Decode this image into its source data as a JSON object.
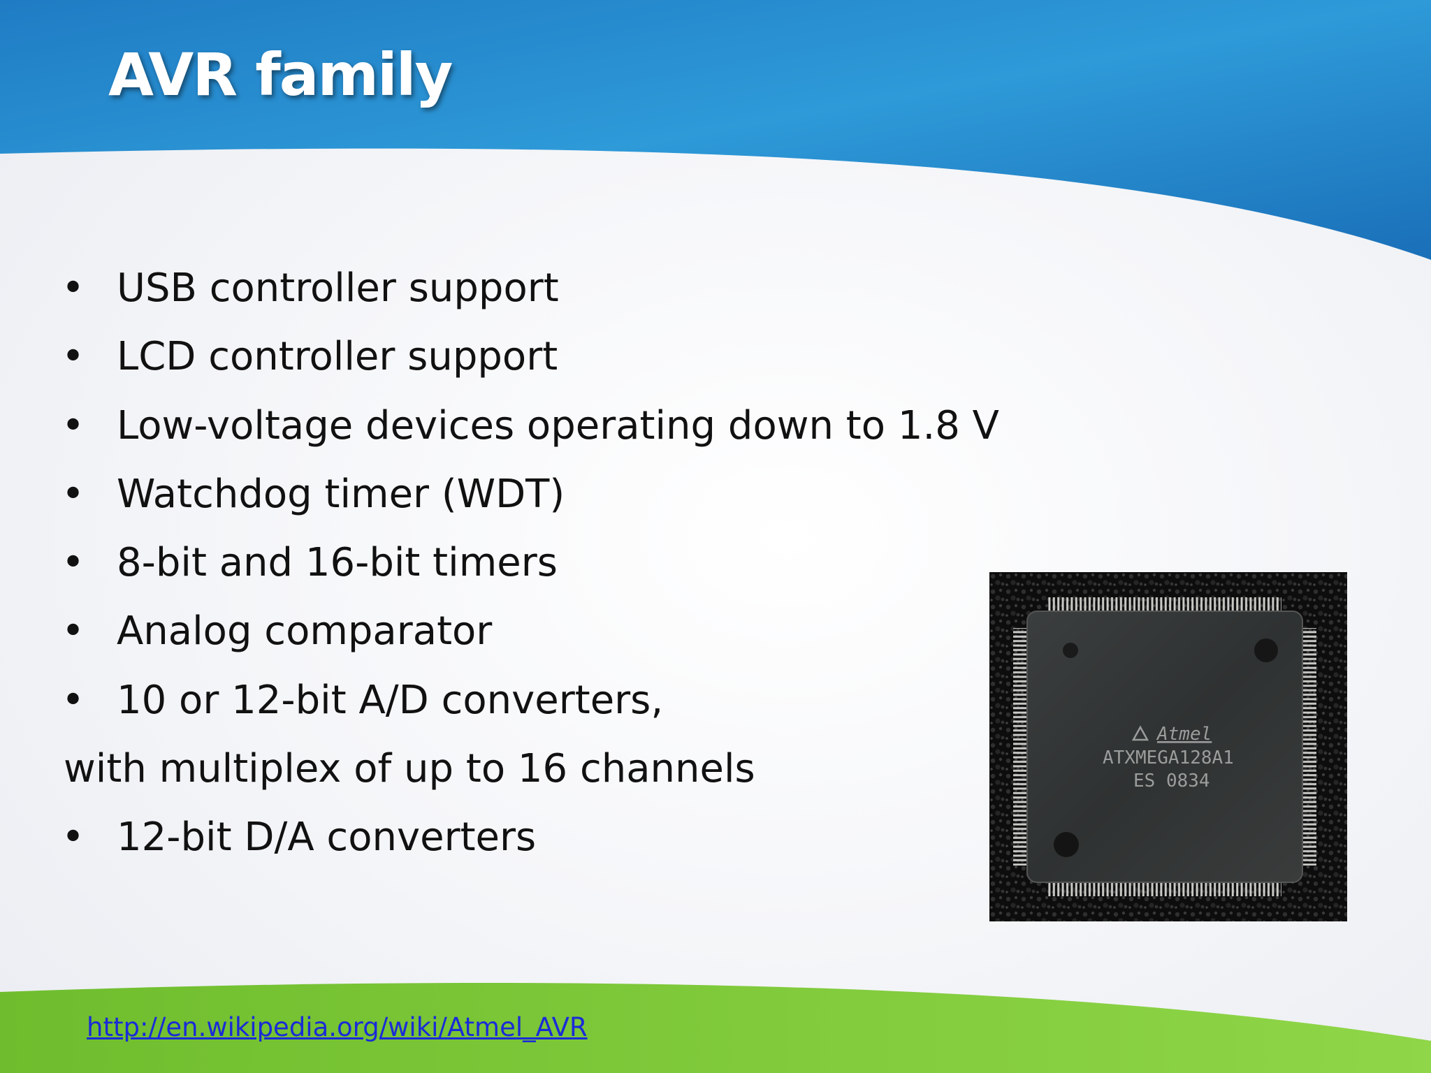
{
  "slide": {
    "title": "AVR family",
    "bullets": [
      "USB controller support",
      "LCD controller support",
      "Low-voltage devices operating down to 1.8 V",
      "Watchdog timer (WDT)",
      "8-bit and 16-bit timers",
      "Analog comparator",
      "10 or 12-bit A/D converters,"
    ],
    "continuation": "with multiplex of up to 16 channels",
    "last_bullet": "12-bit D/A converters",
    "bullet_glyph": "•",
    "link": "http://en.wikipedia.org/wiki/Atmel_AVR",
    "chip": {
      "brand": "Atmel",
      "part_number": "ATXMEGA128A1",
      "lot": "ES 0834"
    },
    "colors": {
      "header_blue": "#2a8fd4",
      "footer_green": "#7cc63e",
      "link_blue": "#1a2bd8"
    }
  }
}
